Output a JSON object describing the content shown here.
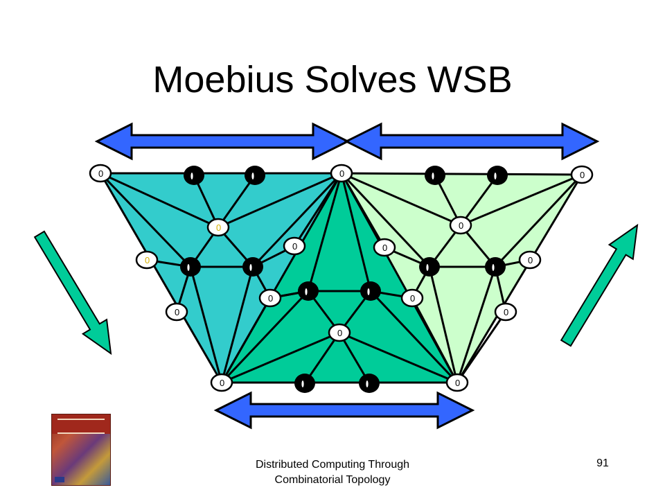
{
  "slide": {
    "title": "Moebius Solves WSB",
    "footer": "Distributed Computing Through Combinatorial Topology",
    "page_number": "91"
  },
  "colors": {
    "left_fill": "#33cccc",
    "center_fill": "#00cc99",
    "right_fill": "#ccffcc",
    "double_arrow": "#3366ff",
    "side_arrow": "#00cc99"
  },
  "diagram": {
    "white_vertex_label": "0",
    "yellow_vertex_label": "0"
  }
}
